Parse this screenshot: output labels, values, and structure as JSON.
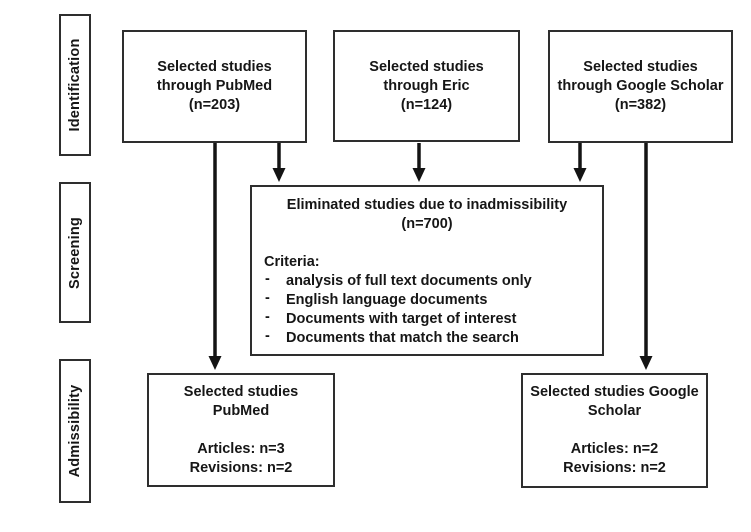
{
  "palette": {
    "background": "#ffffff",
    "box_border": "#2e2e2e",
    "text": "#161616",
    "arrow": "#141414"
  },
  "stages": [
    {
      "id": "identification",
      "label": "Identification"
    },
    {
      "id": "screening",
      "label": "Screening"
    },
    {
      "id": "admissibility",
      "label": "Admissibility"
    }
  ],
  "sources": [
    {
      "id": "pubmed",
      "line1": "Selected studies",
      "line2": "through PubMed",
      "count": "(n=203)"
    },
    {
      "id": "eric",
      "line1": "Selected studies",
      "line2": "through Eric",
      "count": "(n=124)"
    },
    {
      "id": "google-scholar",
      "line1": "Selected studies",
      "line2": "through Google Scholar",
      "count": "(n=382)"
    }
  ],
  "eliminated": {
    "title": "Eliminated studies due to inadmissibility",
    "count": "(n=700)",
    "criteria_label": "Criteria:",
    "bullet": "-",
    "criteria": [
      "analysis of full text documents only",
      "English language documents",
      "Documents with target of interest",
      "Documents that match the search"
    ]
  },
  "results": [
    {
      "id": "pubmed",
      "line1": "Selected studies",
      "line2": "PubMed",
      "articles": "Articles: n=3",
      "revisions": "Revisions: n=2"
    },
    {
      "id": "google-scholar",
      "line1": "Selected studies Google",
      "line2": "Scholar",
      "articles": "Articles: n=2",
      "revisions": "Revisions: n=2"
    }
  ]
}
